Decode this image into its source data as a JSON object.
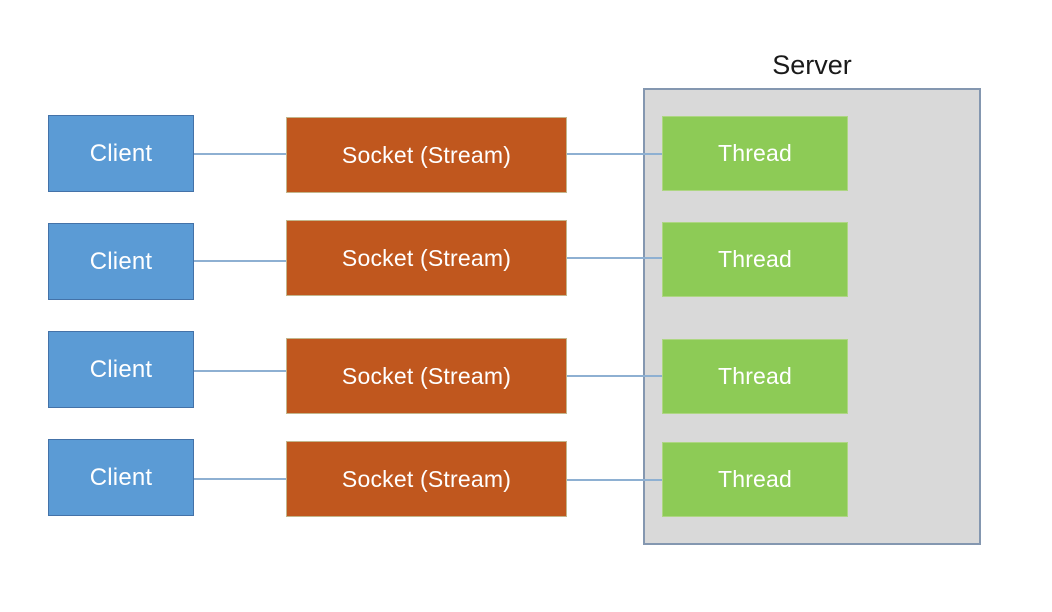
{
  "server": {
    "label": "Server"
  },
  "rows": [
    {
      "client": "Client",
      "socket": "Socket (Stream)",
      "thread": "Thread"
    },
    {
      "client": "Client",
      "socket": "Socket (Stream)",
      "thread": "Thread"
    },
    {
      "client": "Client",
      "socket": "Socket (Stream)",
      "thread": "Thread"
    },
    {
      "client": "Client",
      "socket": "Socket (Stream)",
      "thread": "Thread"
    }
  ],
  "colors": {
    "client_fill": "#5B9BD5",
    "client_border": "#4472A8",
    "socket_fill": "#C0571E",
    "socket_border": "#C3B68C",
    "thread_fill": "#8DCB56",
    "thread_border": "#AED683",
    "server_fill": "#D9D9D9",
    "server_border": "#8497B0",
    "connector": "#8EB0D2",
    "box_text": "#FFFFFF",
    "server_label_color": "#1A1A1A"
  }
}
